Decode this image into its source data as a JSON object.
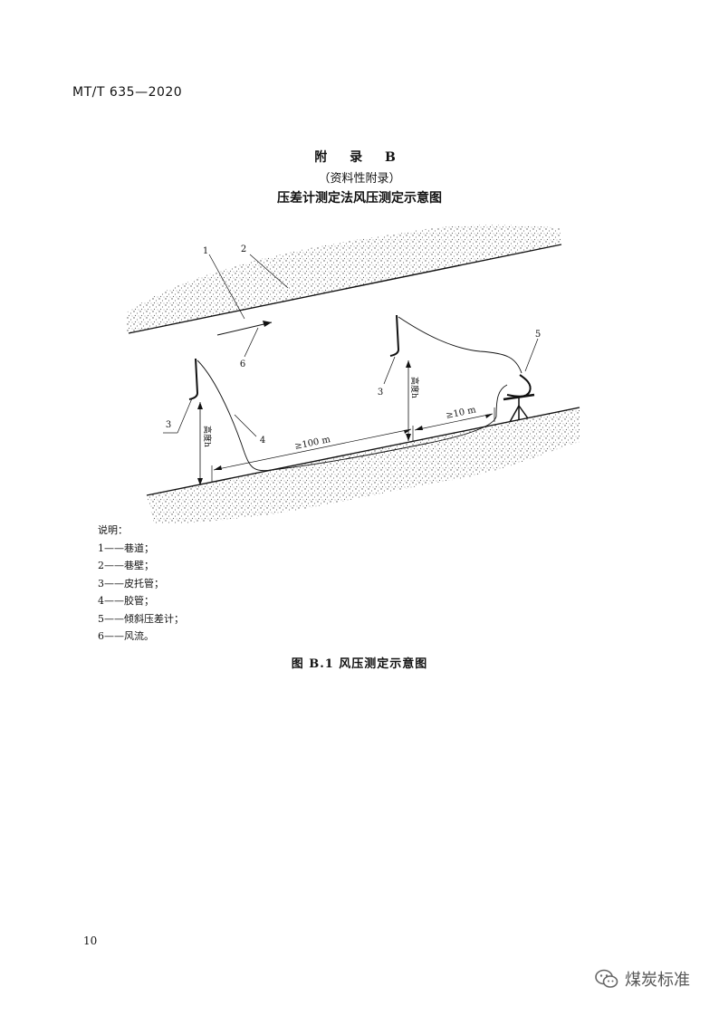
{
  "header": {
    "standard_code": "MT/T 635—2020"
  },
  "appendix": {
    "title": "附 录 B",
    "subtitle": "（资料性附录）",
    "name": "压差计测定法风压测定示意图"
  },
  "figure": {
    "labels": {
      "l1": "1",
      "l2": "2",
      "l3a": "3",
      "l3b": "3",
      "l4": "4",
      "l5": "5",
      "l6": "6",
      "height_left": "高度h",
      "height_right": "高度h",
      "dist_100": "≥100 m",
      "dist_10": "≥10 m"
    },
    "caption": "图 B.1   风压测定示意图"
  },
  "notes": {
    "heading": "说明：",
    "items": [
      "1——巷道；",
      "2——巷壁；",
      "3——皮托管；",
      "4——胶管；",
      "5——倾斜压差计；",
      "6——风流。"
    ]
  },
  "footer": {
    "page_number": "10"
  },
  "watermark": {
    "text": "煤炭标准",
    "icon": "wechat-icon"
  }
}
